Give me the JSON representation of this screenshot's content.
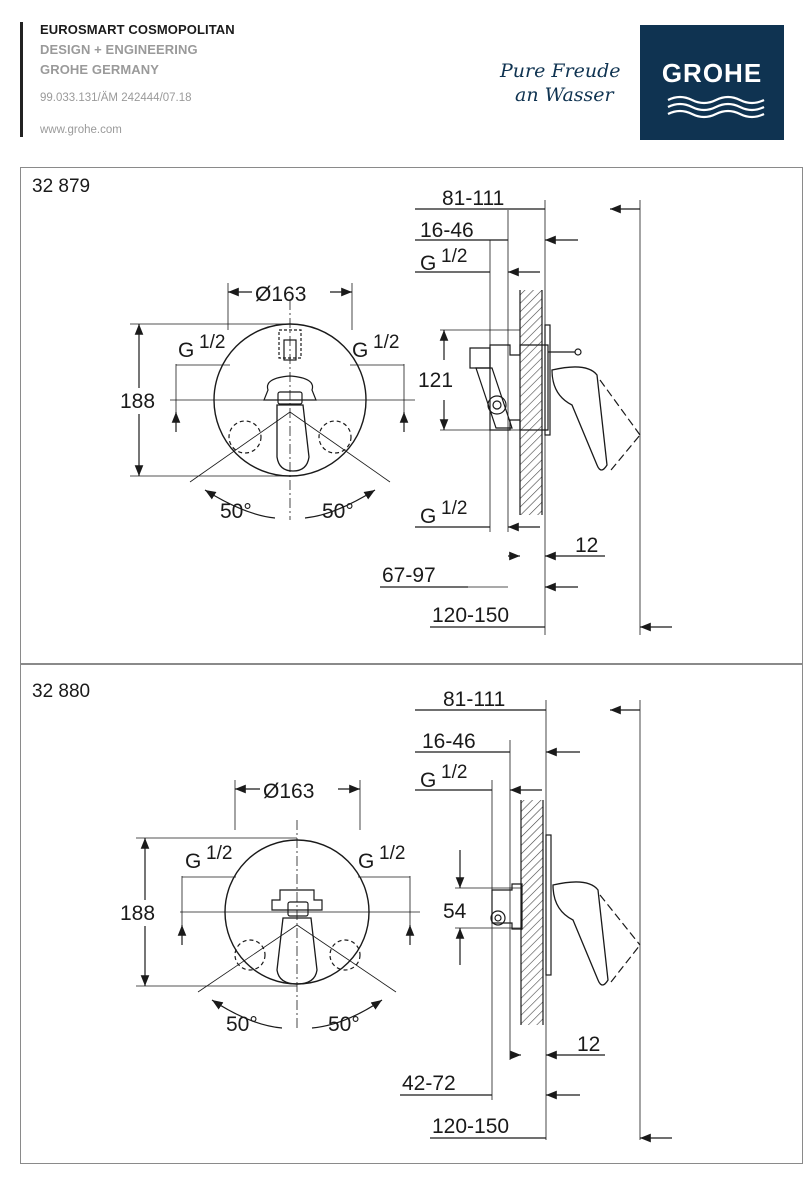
{
  "header": {
    "product": "EUROSMART COSMOPOLITAN",
    "line2": "DESIGN + ENGINEERING",
    "line3": "GROHE GERMANY",
    "doc_code": "99.033.131/ÄM 242444/07.18",
    "website": "www.grohe.com",
    "slogan_line1": "Pure Freude",
    "slogan_line2": "an Wasser",
    "logo": "GROHE",
    "brand_color": "#0f3351"
  },
  "panels": [
    {
      "model": "32 879",
      "d_diameter": "Ø163",
      "d_left_g": "G",
      "d_right_g": "G",
      "d_height": "188",
      "d_angle_left": "50°",
      "d_angle_right": "50°",
      "s_top": "81-111",
      "s_mid": "16-46",
      "s_g_top": "G",
      "s_offset": "121",
      "s_g_bottom": "G",
      "s_wall": "12",
      "s_depth_a": "67-97",
      "s_depth_b": "120-150"
    },
    {
      "model": "32 880",
      "d_diameter": "Ø163",
      "d_left_g": "G",
      "d_right_g": "G",
      "d_height": "188",
      "d_angle_left": "50°",
      "d_angle_right": "50°",
      "s_top": "81-111",
      "s_mid": "16-46",
      "s_g_top": "G",
      "s_offset": "54",
      "s_wall": "12",
      "s_depth_a": "42-72",
      "s_depth_b": "120-150"
    }
  ],
  "thread_fraction": "1/2"
}
